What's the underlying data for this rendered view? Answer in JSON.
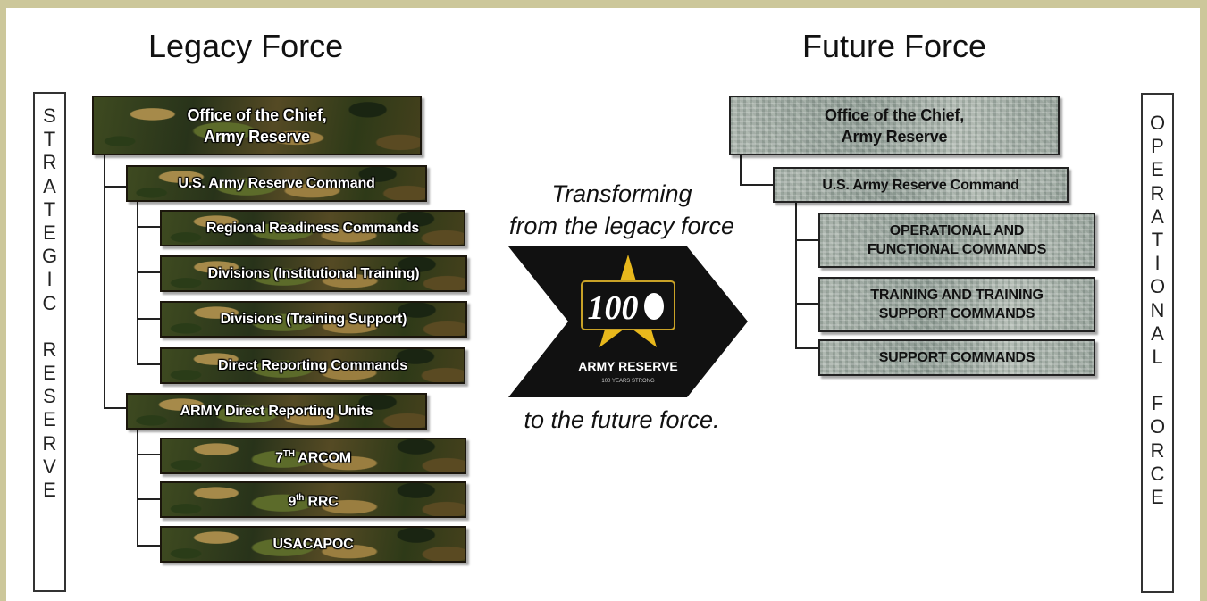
{
  "legacy": {
    "heading": "Legacy Force",
    "side_label": [
      "S",
      "T",
      "R",
      "A",
      "T",
      "E",
      "G",
      "I",
      "C",
      "",
      "R",
      "E",
      "S",
      "E",
      "R",
      "V",
      "E"
    ],
    "boxes": {
      "office": [
        "Office of the Chief,",
        "Army Reserve"
      ],
      "usarc": "U.S. Army Reserve Command",
      "rrc": "Regional Readiness Commands",
      "div_inst": "Divisions (Institutional Training)",
      "div_ts": "Divisions (Training Support)",
      "drc": "Direct Reporting Commands",
      "army_dru": "ARMY Direct Reporting Units",
      "arcom_num": "7",
      "arcom_sup": "TH",
      "arcom_name": " ARCOM",
      "rrc9_num": "9",
      "rrc9_sup": "th",
      "rrc9_name": " RRC",
      "usacapoc": "USACAPOC"
    }
  },
  "center": {
    "line1": "Transforming",
    "line2": "from the legacy force",
    "line3": "to the future force.",
    "logo_number": "100",
    "logo_text": "ARMY RESERVE",
    "logo_subtext": "100 YEARS STRONG",
    "colors": {
      "arrow": "#111111",
      "star": "#e8b81c",
      "logo_border": "#c9a227"
    }
  },
  "future": {
    "heading": "Future Force",
    "side_label": [
      "O",
      "P",
      "E",
      "R",
      "A",
      "T",
      "I",
      "O",
      "N",
      "A",
      "L",
      "",
      "F",
      "O",
      "R",
      "C",
      "E"
    ],
    "boxes": {
      "office": [
        "Office of the Chief,",
        "Army Reserve"
      ],
      "usarc": "U.S. Army Reserve Command",
      "op_func": [
        "OPERATIONAL AND",
        "FUNCTIONAL COMMANDS"
      ],
      "training": [
        "TRAINING AND TRAINING",
        "SUPPORT COMMANDS"
      ],
      "support": "SUPPORT COMMANDS"
    }
  }
}
